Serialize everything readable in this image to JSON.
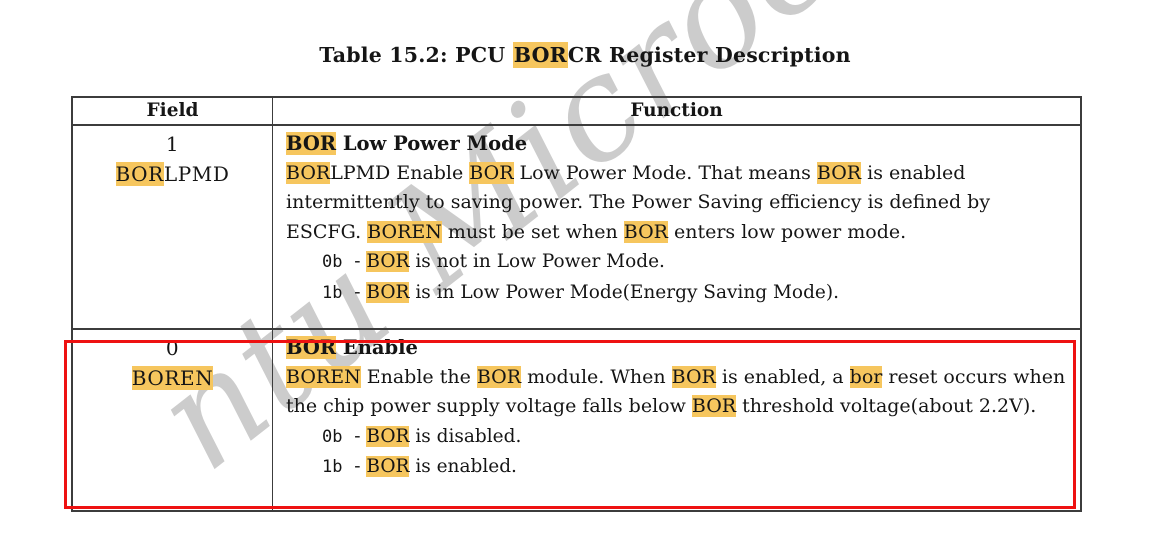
{
  "title": {
    "segments": [
      {
        "t": "Table 15.2:  PCU "
      },
      {
        "t": "BOR",
        "hl": true
      },
      {
        "t": "CR Register Description"
      }
    ]
  },
  "watermark": {
    "text": "ntu Microelect"
  },
  "colors": {
    "highlight": "#f6c65e",
    "annotation_red": "#ee1111",
    "table_border": "#3c3c3c",
    "watermark_gray": "#cccccc"
  },
  "table": {
    "headers": [
      "Field",
      "Function"
    ],
    "rows": [
      {
        "field_lines": [
          {
            "seg": [
              {
                "t": "1"
              }
            ]
          },
          {
            "seg": [
              {
                "t": "BOR",
                "hl": true
              },
              {
                "t": "LPMD"
              }
            ]
          }
        ],
        "function_lines": [
          {
            "bold": true,
            "seg": [
              {
                "t": "BOR",
                "hl": true
              },
              {
                "t": " Low Power Mode"
              }
            ]
          },
          {
            "seg": [
              {
                "t": "BOR",
                "hl": true
              },
              {
                "t": "LPMD Enable "
              },
              {
                "t": "BOR",
                "hl": true
              },
              {
                "t": " Low Power Mode. That means "
              },
              {
                "t": "BOR",
                "hl": true
              },
              {
                "t": " is enabled"
              }
            ]
          },
          {
            "seg": [
              {
                "t": "intermittently to saving power. The Power Saving efficiency is defined by"
              }
            ]
          },
          {
            "seg": [
              {
                "t": "ESCFG. "
              },
              {
                "t": "BOREN",
                "hl": true
              },
              {
                "t": " must be set when "
              },
              {
                "t": "BOR",
                "hl": true
              },
              {
                "t": " enters low power mode."
              }
            ]
          },
          {
            "indent": true,
            "seg": [
              {
                "t": "0b",
                "mono": true
              },
              {
                "t": "  - "
              },
              {
                "t": "BOR",
                "hl": true
              },
              {
                "t": " is not in Low Power Mode."
              }
            ]
          },
          {
            "indent": true,
            "seg": [
              {
                "t": "1b",
                "mono": true
              },
              {
                "t": "  - "
              },
              {
                "t": "BOR",
                "hl": true
              },
              {
                "t": " is in Low Power Mode(Energy Saving Mode)."
              }
            ]
          }
        ]
      },
      {
        "field_lines": [
          {
            "seg": [
              {
                "t": "0"
              }
            ]
          },
          {
            "seg": [
              {
                "t": "BOREN",
                "hl": true
              }
            ]
          }
        ],
        "function_lines": [
          {
            "bold": true,
            "seg": [
              {
                "t": "BOR",
                "hl": true
              },
              {
                "t": " Enable"
              }
            ]
          },
          {
            "seg": [
              {
                "t": "BOREN",
                "hl": true
              },
              {
                "t": " Enable the "
              },
              {
                "t": "BOR",
                "hl": true
              },
              {
                "t": " module. When "
              },
              {
                "t": "BOR",
                "hl": true
              },
              {
                "t": " is enabled, a "
              },
              {
                "t": "bor",
                "hl": true
              },
              {
                "t": " reset occurs when"
              }
            ]
          },
          {
            "seg": [
              {
                "t": "the chip power supply voltage falls below "
              },
              {
                "t": "BOR",
                "hl": true
              },
              {
                "t": " threshold voltage(about 2.2V)."
              }
            ]
          },
          {
            "indent": true,
            "seg": [
              {
                "t": "0b",
                "mono": true
              },
              {
                "t": "  - "
              },
              {
                "t": "BOR",
                "hl": true
              },
              {
                "t": " is disabled."
              }
            ]
          },
          {
            "indent": true,
            "seg": [
              {
                "t": "1b",
                "mono": true
              },
              {
                "t": "  - "
              },
              {
                "t": "BOR",
                "hl": true
              },
              {
                "t": " is enabled."
              }
            ]
          }
        ]
      }
    ]
  }
}
